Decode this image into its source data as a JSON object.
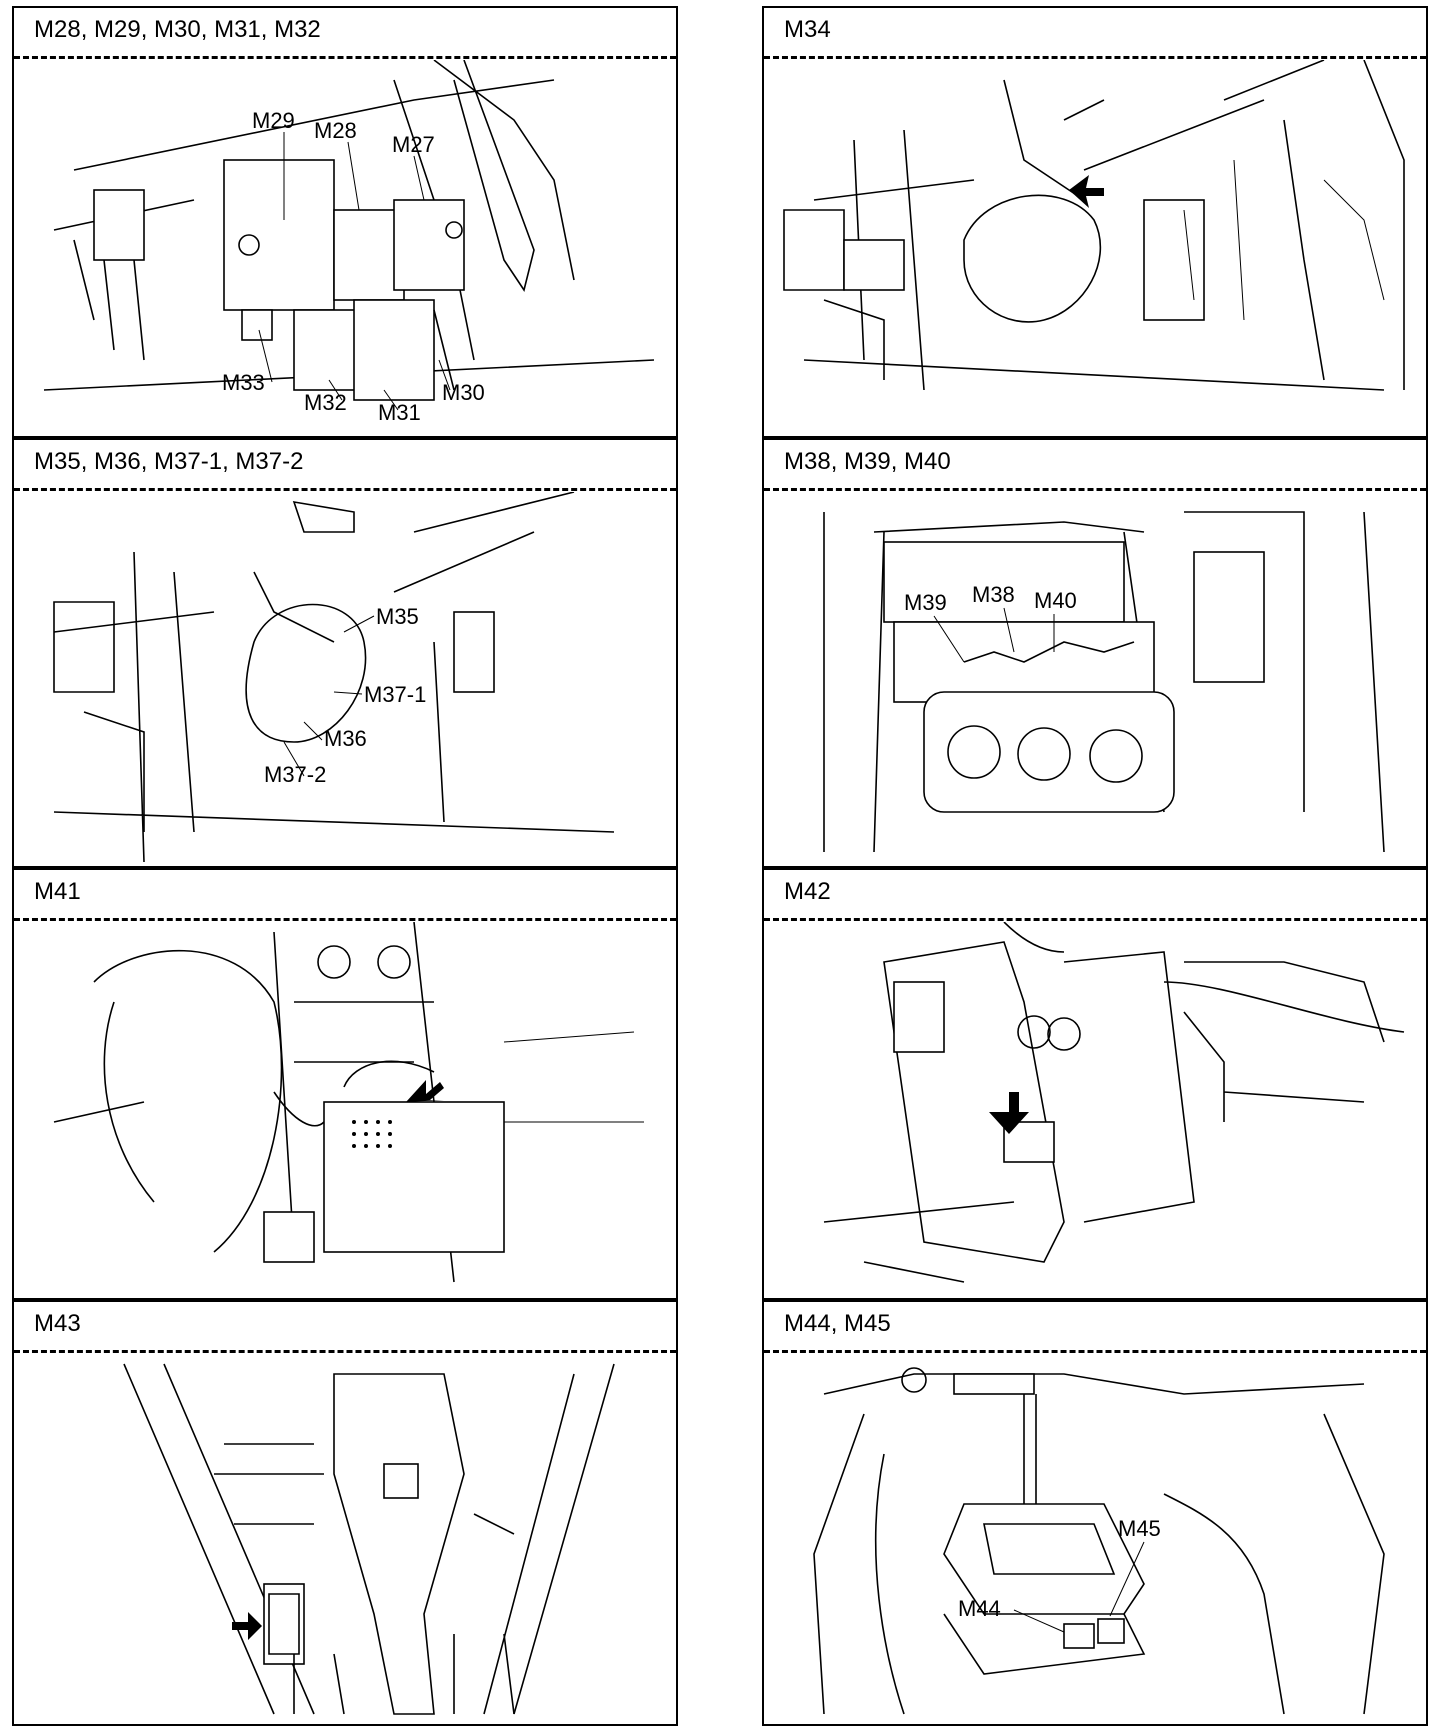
{
  "panels": [
    {
      "title": "M28, M29, M30, M31, M32",
      "labels": [
        "M29",
        "M28",
        "M27",
        "M33",
        "M32",
        "M31",
        "M30"
      ]
    },
    {
      "title": "M34",
      "labels": []
    },
    {
      "title": "M35, M36, M37-1, M37-2",
      "labels": [
        "M35",
        "M37-1",
        "M36",
        "M37-2"
      ]
    },
    {
      "title": "M38, M39, M40",
      "labels": [
        "M39",
        "M38",
        "M40"
      ]
    },
    {
      "title": "M41",
      "labels": []
    },
    {
      "title": "M42",
      "labels": []
    },
    {
      "title": "M43",
      "labels": []
    },
    {
      "title": "M44, M45",
      "labels": [
        "M45",
        "M44"
      ]
    }
  ]
}
